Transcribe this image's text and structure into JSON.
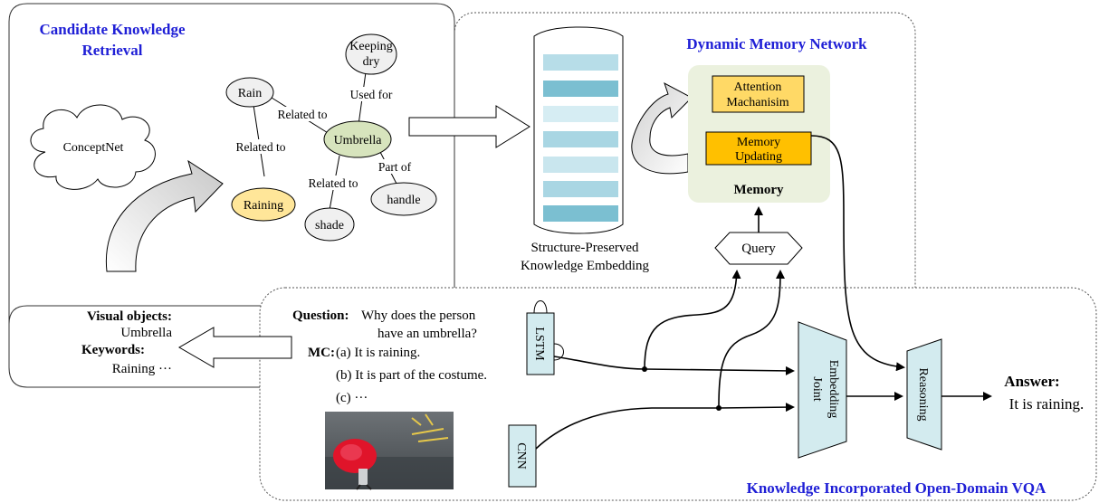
{
  "sections": {
    "retrieval_title_line1": "Candidate Knowledge",
    "retrieval_title_line2": "Retrieval",
    "memory_title": "Dynamic Memory Network",
    "vqa_title": "Knowledge Incorporated Open-Domain VQA"
  },
  "graph": {
    "conceptnet": "ConceptNet",
    "nodes": {
      "rain": "Rain",
      "keeping_line1": "Keeping",
      "keeping_line2": "dry",
      "umbrella": "Umbrella",
      "raining": "Raining",
      "shade": "shade",
      "handle": "handle"
    },
    "edges": {
      "rain_umbrella": "Related to",
      "rain_raining": "Related to",
      "umbrella_keeping": "Used for",
      "umbrella_shade": "Related to",
      "umbrella_handle": "Part of"
    }
  },
  "embedding": {
    "label_line1": "Structure-Preserved",
    "label_line2": "Knowledge Embedding",
    "bar_colors": [
      "#b7dde8",
      "#7bbfd1",
      "#d6edf3",
      "#a9d6e3",
      "#c9e6ee",
      "#a9d6e3",
      "#7bbfd1"
    ]
  },
  "memory": {
    "attention_line1": "Attention",
    "attention_line2": "Machanisim",
    "updating_line1": "Memory",
    "updating_line2": "Updating",
    "label": "Memory",
    "query": "Query"
  },
  "inputs": {
    "visual_objects_label": "Visual objects:",
    "visual_objects_value": "Umbrella",
    "keywords_label": "Keywords:",
    "keywords_value": "Raining ···",
    "question_label": "Question:",
    "question_line1": "Why does the person",
    "question_line2": "have an umbrella?",
    "mc_label": "MC:",
    "mc_options": [
      "(a) It is raining.",
      "(b) It is part of the costume.",
      "(c) ···"
    ]
  },
  "modules": {
    "lstm": "LSTM",
    "cnn": "CNN",
    "joint_line1": "Joint",
    "joint_line2": "Embedding",
    "reasoning": "Reasoning"
  },
  "answer": {
    "label": "Answer:",
    "value": "It is raining."
  },
  "colors": {
    "title_blue": "#1f1fd6",
    "module_fill": "#d3ebef",
    "umbrella_node": "#d7e4bd",
    "raining_node": "#ffe699",
    "memory_panel": "#ebf1de",
    "memory_box": "#ffc000"
  }
}
